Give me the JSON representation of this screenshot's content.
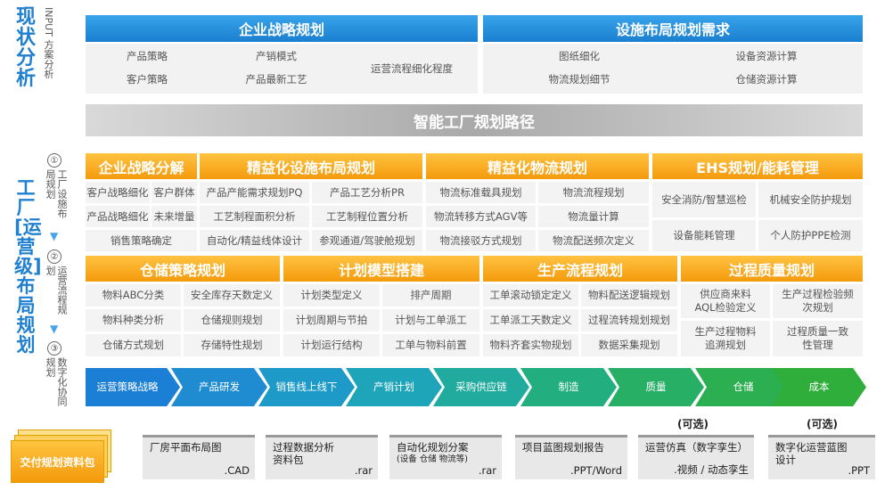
{
  "left": {
    "top_title": "现状分析",
    "top_sub": "INPUT 方案分析",
    "bottom_title": "工厂[运营级]布局规划",
    "steps": [
      {
        "num": "①",
        "label": "工厂设施布局规划"
      },
      {
        "num": "②",
        "label": "运营流程规划"
      },
      {
        "num": "③",
        "label": "数字化协同规划"
      }
    ]
  },
  "input": {
    "left_header": "企业战略规划",
    "left_items": [
      "产品策略",
      "产销模式",
      "客户策略",
      "产品最新工艺",
      "运营流程细化程度"
    ],
    "right_header": "设施布局规划需求",
    "right_items": [
      "图纸细化",
      "设备资源计算",
      "物流规划细节",
      "仓储资源计算"
    ]
  },
  "banner": "智能工厂规划路径",
  "row1": [
    {
      "header": "企业战略分解",
      "items": [
        "客户战略细化",
        "客户群体",
        "产品战略细化",
        "未来增量",
        "销售策略确定"
      ]
    },
    {
      "header": "精益化设施布局规划",
      "items": [
        "产品产能需求规划PQ",
        "产品工艺分析PR",
        "工艺制程面积分析",
        "工艺制程位置分析",
        "自动化/精益线体设计",
        "参观通道/驾驶舱规划"
      ]
    },
    {
      "header": "精益化物流规划",
      "items": [
        "物流标准载具规划",
        "物流流程规划",
        "物流转移方式AGV等",
        "物流量计算",
        "物流接驳方式规划",
        "物流配送频次定义"
      ]
    },
    {
      "header": "EHS规划/能耗管理",
      "items": [
        "安全消防/智慧巡检",
        "机械安全防护规划",
        "设备能耗管理",
        "个人防护PPE检测"
      ]
    }
  ],
  "row2": [
    {
      "header": "仓储策略规划",
      "items": [
        "物料ABC分类",
        "安全库存天数定义",
        "物料种类分析",
        "仓储规则规划",
        "仓储方式规划",
        "存储特性规划"
      ]
    },
    {
      "header": "计划模型搭建",
      "items": [
        "计划类型定义",
        "排产周期",
        "计划周期与节拍",
        "计划与工单派工",
        "计划运行结构",
        "工单与物料前置"
      ]
    },
    {
      "header": "生产流程规划",
      "items": [
        "工单滚动锁定定义",
        "物料配送逻辑规划",
        "工单派工天数定义",
        "过程流转规划规划",
        "物料齐套实物规划",
        "数据采集规划"
      ]
    },
    {
      "header": "过程质量规划",
      "items": [
        "供应商来料AQL检验定义",
        "生产过程检验频次规划",
        "生产过程物料追溯规划",
        "过程质量一致性管理"
      ]
    }
  ],
  "flow": [
    "运营策略战略",
    "产品研发",
    "销售线上线下",
    "产销计划",
    "采购供应链",
    "制造",
    "质量",
    "仓储",
    "成本"
  ],
  "optional": [
    "(可选)",
    "(可选)"
  ],
  "delivery": {
    "label": "交付规划资料包",
    "items": [
      {
        "title": "厂房平面布局图",
        "note": "",
        "ext": ".CAD"
      },
      {
        "title": "过程数据分析资料包",
        "note": "",
        "ext": ".rar"
      },
      {
        "title": "自动化规划分案",
        "note": "(设备 仓储 物流等)",
        "ext": ".rar"
      },
      {
        "title": "项目蓝图规划报告",
        "note": "",
        "ext": ".PPT/Word"
      },
      {
        "title": "运营仿真（数字孪生）",
        "note": "",
        "ext": ".视频 / 动态孪生"
      },
      {
        "title": "数字化运营蓝图设计",
        "note": "",
        "ext": ".PPT"
      }
    ]
  },
  "colors": {
    "blue": "#1b7fd0",
    "orange": "#f49a0d",
    "flow_start": "#1c7fd6",
    "flow_end": "#2fae3c"
  }
}
